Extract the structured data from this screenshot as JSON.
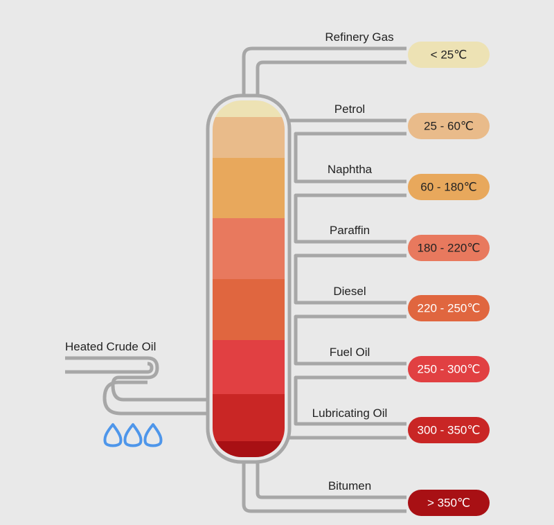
{
  "input_label": "Heated Crude Oil",
  "fractions": [
    {
      "name": "Refinery Gas",
      "temp": "< 25℃",
      "color": "#ede2b4",
      "text_color": "#222222"
    },
    {
      "name": "Petrol",
      "temp": "25 - 60℃",
      "color": "#e9bb8a",
      "text_color": "#222222"
    },
    {
      "name": "Naphtha",
      "temp": "60 - 180℃",
      "color": "#e8a85c",
      "text_color": "#222222"
    },
    {
      "name": "Paraffin",
      "temp": "180 - 220℃",
      "color": "#e8795e",
      "text_color": "#222222"
    },
    {
      "name": "Diesel",
      "temp": "220 - 250℃",
      "color": "#e0663f",
      "text_color": "#ffffff"
    },
    {
      "name": "Fuel Oil",
      "temp": "250 - 300℃",
      "color": "#e14042",
      "text_color": "#ffffff"
    },
    {
      "name": "Lubricating Oil",
      "temp": "300 - 350℃",
      "color": "#c92625",
      "text_color": "#ffffff"
    },
    {
      "name": "Bitumen",
      "temp": "> 350℃",
      "color": "#a81014",
      "text_color": "#ffffff"
    }
  ],
  "colors": {
    "pipe": "#a7a7a7",
    "flame": "#4e96ea",
    "background": "#e9e9e9"
  },
  "icons": {
    "flame": "flame-icon"
  }
}
